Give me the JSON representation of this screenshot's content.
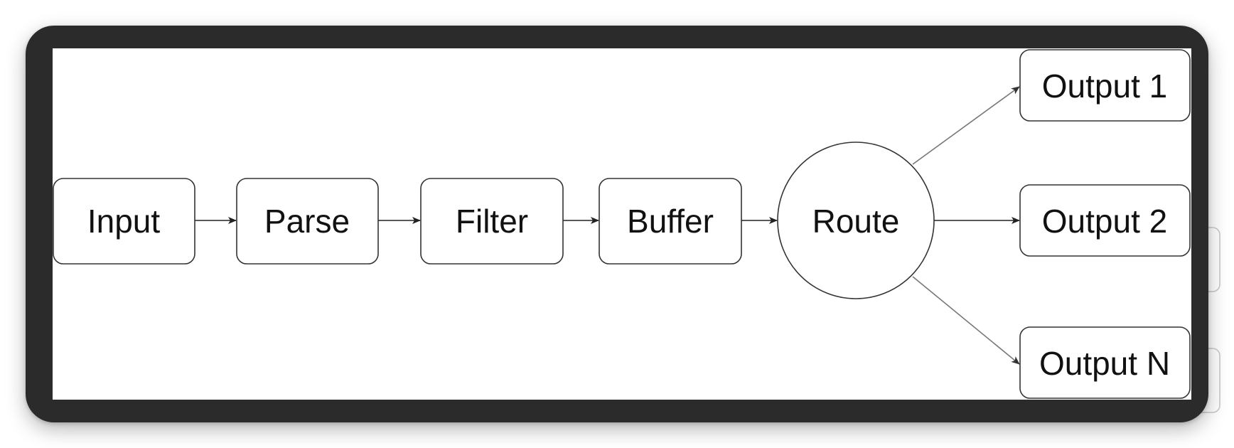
{
  "diagram": {
    "nodes": [
      {
        "id": "input",
        "label": "Input",
        "shape": "rounded-rect"
      },
      {
        "id": "parse",
        "label": "Parse",
        "shape": "rounded-rect"
      },
      {
        "id": "filter",
        "label": "Filter",
        "shape": "rounded-rect"
      },
      {
        "id": "buffer",
        "label": "Buffer",
        "shape": "rounded-rect"
      },
      {
        "id": "route",
        "label": "Route",
        "shape": "circle"
      },
      {
        "id": "output1",
        "label": "Output 1",
        "shape": "rounded-rect"
      },
      {
        "id": "output2",
        "label": "Output 2",
        "shape": "rounded-rect"
      },
      {
        "id": "outputN",
        "label": "Output N",
        "shape": "rounded-rect"
      }
    ],
    "edges": [
      {
        "from": "input",
        "to": "parse"
      },
      {
        "from": "parse",
        "to": "filter"
      },
      {
        "from": "filter",
        "to": "buffer"
      },
      {
        "from": "buffer",
        "to": "route"
      },
      {
        "from": "route",
        "to": "output1"
      },
      {
        "from": "route",
        "to": "output2"
      },
      {
        "from": "route",
        "to": "outputN"
      }
    ]
  },
  "colors": {
    "frame": "#2b2b2b",
    "canvas": "#ffffff",
    "stroke": "#333333",
    "text": "#111111"
  }
}
